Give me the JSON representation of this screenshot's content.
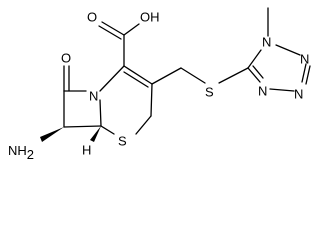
{
  "molecule": {
    "atom_labels": {
      "oxygen_carbonyl_acid": "O",
      "hydroxyl": "OH",
      "oxygen_lactam": "O",
      "nitrogen_ring": "N",
      "sulfur_ring": "S",
      "sulfur_thioether": "S",
      "amine": "NH",
      "amine_subscript": "2",
      "hydrogen_stereo": "H",
      "tetrazole_n1": "N",
      "tetrazole_n2": "N",
      "tetrazole_n3": "N",
      "tetrazole_n4": "N"
    }
  }
}
